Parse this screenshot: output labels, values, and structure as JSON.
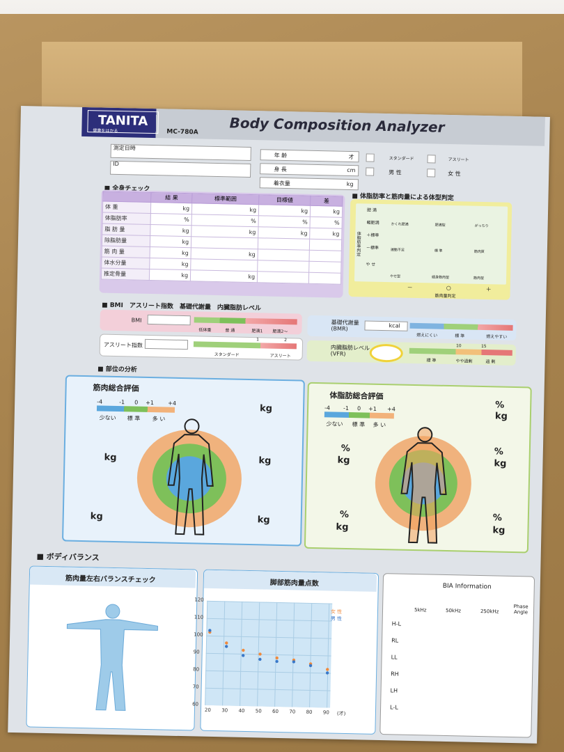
{
  "header": {
    "brand": "TANITA",
    "brand_sub": "健康をはかる",
    "title": "Body Composition Analyzer",
    "model": "MC-780A"
  },
  "info": {
    "date_label": "測定日時",
    "id_label": "ID",
    "age_label": "年 齢",
    "age_unit": "才",
    "height_label": "身 長",
    "height_unit": "cm",
    "clothes_label": "着衣量",
    "clothes_unit": "kg",
    "standard": "スタンダード",
    "athlete": "アスリート",
    "male": "男 性",
    "female": "女 性"
  },
  "whole": {
    "title": "■ 全身チェック",
    "cols": [
      "結 果",
      "標準範囲",
      "目標値",
      "差"
    ],
    "rows": [
      {
        "label": "体 重",
        "u": [
          "kg",
          "kg",
          "kg",
          "kg"
        ]
      },
      {
        "label": "体脂肪率",
        "u": [
          "%",
          "%",
          "%",
          "%"
        ]
      },
      {
        "label": "脂 肪 量",
        "u": [
          "kg",
          "kg",
          "kg",
          "kg"
        ]
      },
      {
        "label": "除脂肪量",
        "u": [
          "kg",
          "",
          "",
          ""
        ]
      },
      {
        "label": "筋 肉 量",
        "u": [
          "kg",
          "kg",
          "",
          ""
        ]
      },
      {
        "label": "体水分量",
        "u": [
          "kg",
          "",
          "",
          ""
        ]
      },
      {
        "label": "推定骨量",
        "u": [
          "kg",
          "kg",
          "",
          ""
        ]
      }
    ]
  },
  "bodytype": {
    "title": "■ 体脂肪率と筋肉量による体型判定",
    "ylabel": "体脂肪率判定",
    "xlabel": "筋肉量判定",
    "rows": [
      "肥 満",
      "軽肥満",
      "＋標準",
      "－標準",
      "や せ"
    ],
    "cells": [
      "かくれ肥満",
      "肥満型",
      "がっちり",
      "運動不足",
      "標 準",
      "筋肉質",
      "やせ型",
      "細身筋肉型",
      "筋肉型"
    ],
    "x": [
      "－",
      "○",
      "＋"
    ]
  },
  "metrics": {
    "title": "■ BMI　アスリート指数　基礎代謝量　内臓脂肪レベル",
    "bmi": "BMI",
    "bmi_scale": [
      "低体重",
      "普 通",
      "肥満1",
      "肥満2〜"
    ],
    "athlete": "アスリート指数",
    "athlete_scale": [
      "スタンダード",
      "アスリート"
    ],
    "athlete_marks": [
      "1",
      "2"
    ],
    "bmr": "基礎代謝量",
    "bmr_en": "(BMR)",
    "bmr_unit": "kcal",
    "bmr_scale": [
      "燃えにくい",
      "標 準",
      "燃えやすい"
    ],
    "vfr": "内臓脂肪レベル",
    "vfr_en": "(VFR)",
    "vfr_scale": [
      "標 準",
      "やや過剰",
      "過 剰"
    ],
    "vfr_marks": [
      "10",
      "15"
    ]
  },
  "parts": {
    "title": "■ 部位の分析",
    "muscle_title": "筋肉総合評価",
    "fat_title": "体脂肪総合評価",
    "scale_nums": [
      "-4",
      "-1",
      "0",
      "+1",
      "+4"
    ],
    "scale_words": [
      "少ない",
      "標 準",
      "多 い"
    ],
    "kg": "kg",
    "pct": "%"
  },
  "balance": {
    "title": "■ ボディバランス",
    "lr_title": "筋肉量左右バランスチェック",
    "leg_title": "脚部筋肉量点数",
    "female": "女 性",
    "male": "男 性",
    "bia_title": "BIA Information",
    "bia_cols": [
      "5kHz",
      "50kHz",
      "250kHz",
      "Phase Angle"
    ],
    "bia_rows": [
      "H-L",
      "RL",
      "LL",
      "RH",
      "LH",
      "L-L"
    ]
  },
  "chart_data": {
    "type": "scatter",
    "title": "脚部筋肉量点数",
    "x": [
      20,
      30,
      40,
      50,
      60,
      70,
      80,
      90
    ],
    "xlabel": "(才)",
    "ylim": [
      60,
      120
    ],
    "yticks": [
      60,
      70,
      80,
      90,
      100,
      110,
      120
    ],
    "series": [
      {
        "name": "女 性",
        "color": "#f08a3c",
        "values": [
          102,
          96,
          92,
          90,
          88,
          87,
          85,
          82
        ]
      },
      {
        "name": "男 性",
        "color": "#3a78c8",
        "values": [
          103,
          94,
          89,
          87,
          86,
          86,
          84,
          80
        ]
      }
    ]
  }
}
